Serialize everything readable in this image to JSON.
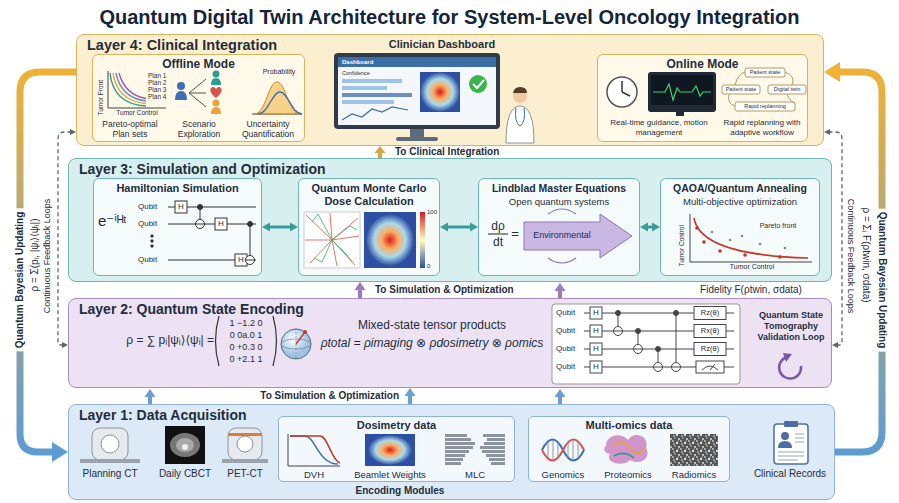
{
  "diagram": {
    "title": "Quantum Digital Twin Architecture for System-Level Oncology Integration",
    "nodes": [
      {
        "text": [
          "Layer 4: Clinical Integration"
        ]
      },
      {
        "text": [
          "Offline Mode"
        ],
        "in": 0
      },
      {
        "text": [
          "Online Mode"
        ],
        "in": 0
      },
      {
        "text": [
          "Layer 3: Simulation and Optimization"
        ]
      },
      {
        "text": [
          "Hamiltonian Simulation"
        ],
        "in": 3
      },
      {
        "text": [
          "Quantum Monte Carlo Dose Calculation"
        ],
        "in": 3
      },
      {
        "text": [
          "Lindblad Master Equations",
          "Open quantum systems"
        ],
        "in": 3
      },
      {
        "text": [
          "QAOA/Quantum Annealing",
          "Multi-objective optimization"
        ],
        "in": 3
      },
      {
        "text": [
          "Layer 2: Quantum State Encoding"
        ]
      },
      {
        "text": [
          "Layer 1: Data Acquisition"
        ]
      },
      {
        "text": [
          "Dosimetry data"
        ],
        "in": 9
      },
      {
        "text": [
          "Multi-omics data"
        ],
        "in": 9
      }
    ],
    "edges": [
      {
        "from": 4,
        "to": 5,
        "arrow": "both"
      },
      {
        "from": 5,
        "to": 6,
        "arrow": "both"
      },
      {
        "from": 6,
        "to": 7,
        "arrow": "both"
      },
      {
        "from": 3,
        "to": 0,
        "arrow": "to",
        "label": "To Clinical Integration"
      },
      {
        "from": 8,
        "to": 3,
        "arrow": "to",
        "label": "To Simulation & Optimization"
      },
      {
        "from": 9,
        "to": 8,
        "arrow": "to",
        "label": "To Simulation & Optimization"
      },
      {
        "from": 0,
        "to": 9,
        "arrow": "to",
        "label": "Quantum Bayesian Updating"
      },
      {
        "from": 9,
        "to": 0,
        "arrow": "to",
        "label": "Quantum Bayesian Updating"
      },
      {
        "from": 0,
        "to": 8,
        "arrow": "both"
      },
      {
        "from": 0,
        "to": 8,
        "arrow": "both"
      }
    ],
    "labels": [
      "Clinician Dashboard",
      "Plan 1",
      "Plan 2",
      "Plan 3",
      "Plan 4",
      "Tumor Front",
      "Tumor Control",
      "Pareto-optimal Plan sets",
      "Scenario Exploration",
      "Uncertainty Quantification",
      "Probability",
      "Real-time guidance, motion management",
      "Patient state",
      "Digital twin",
      "Patient state",
      "Rapid replanning",
      "Rapid replanning with adaptive workflow",
      "Dashboard",
      "Confidence",
      "e⁻ⁱᴴᵗ",
      "Qubit",
      "Qubit",
      "Qubit",
      "H",
      "H",
      "H",
      "100",
      "0",
      "dρ",
      "dt",
      "=",
      "Environmental",
      "Pareto front",
      "Tumor Control",
      "Tumor Control",
      "Fidelity F(ρtwin, σdata)",
      "ρ = ∑ pᵢ|ψᵢ⟩⟨ψᵢ| =",
      "1 −1.2 0",
      "0 0a.0 1",
      "0 +0.3 0",
      "0 +2.1 1",
      "Mixed-state tensor products",
      "ρtotal = ρimaging ⊗ ρdosimetry ⊗ ρomics",
      "Qubit",
      "Qubit",
      "Qubit",
      "Qubit",
      "H",
      "H",
      "H",
      "H",
      "Rz(θ)",
      "Rx(θ)",
      "Rz(θ)",
      "Quantum State Tomography Validation Loop",
      "Planning CT",
      "Daily CBCT",
      "PET-CT",
      "DVH",
      "Beamlet Weights",
      "MLC",
      "Encoding Modules",
      "Genomics",
      "Proteomics",
      "Radiomics",
      "Clinical Records",
      "ρ = Σ(pᵢ, |ψᵢ⟩⟨ψᵢ|)",
      "Continuous Feedback Loops",
      "ρ = Σᵢ F(ρtwin, σdata)",
      "Continuous Feedback Loops"
    ]
  }
}
